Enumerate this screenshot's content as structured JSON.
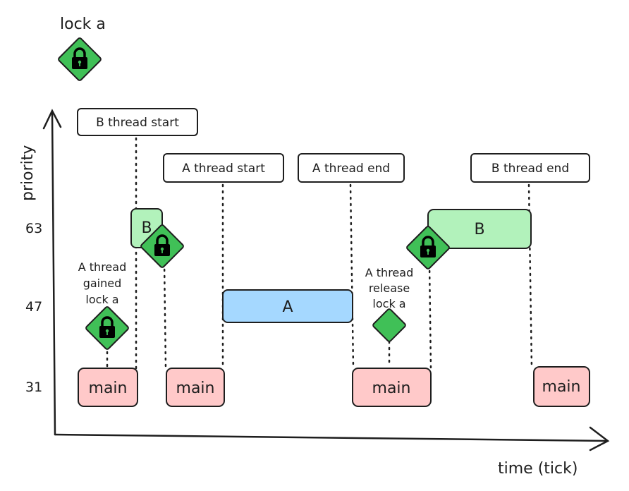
{
  "legend": {
    "lock_label": "lock a"
  },
  "axes": {
    "y_label": "priority",
    "x_label": "time (tick)",
    "y_ticks": [
      "63",
      "47",
      "31"
    ]
  },
  "callouts": {
    "b_start": "B thread start",
    "a_start": "A thread start",
    "a_end": "A thread end",
    "b_end": "B thread end"
  },
  "bars": {
    "main": "main",
    "a": "A",
    "b": "B"
  },
  "annotations": {
    "a_gained": [
      "A thread",
      "gained",
      "lock a"
    ],
    "a_release": [
      "A thread",
      "release",
      "lock a"
    ]
  },
  "colors": {
    "main_fill": "#ffc9c9",
    "a_fill": "#a5d8ff",
    "b_fill": "#b2f2bb",
    "lock_fill": "#40c057",
    "stroke": "#1e1e1e"
  }
}
